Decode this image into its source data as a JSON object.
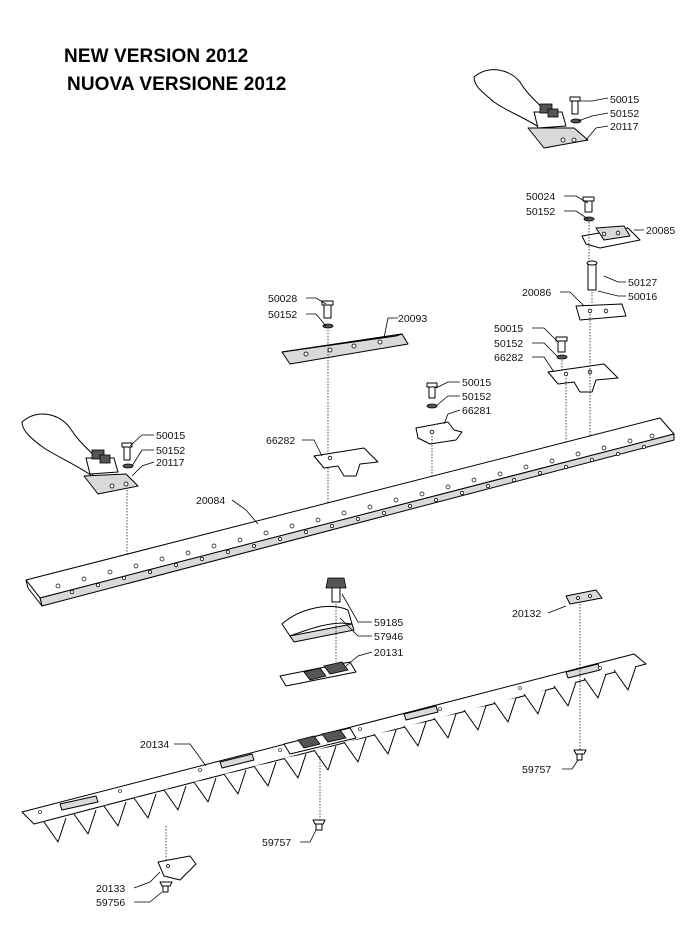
{
  "headings": {
    "line1": "NEW VERSION 2012",
    "line2": "NUOVA VERSIONE 2012"
  },
  "callouts": [
    "50015",
    "50152",
    "20117",
    "50024",
    "50152",
    "20085",
    "50127",
    "50016",
    "20086",
    "50015",
    "50152",
    "66282",
    "50028",
    "50152",
    "20093",
    "50015",
    "50152",
    "66281",
    "66282",
    "50015",
    "50152",
    "20117",
    "20084",
    "59185",
    "57946",
    "20131",
    "20132",
    "20134",
    "59757",
    "59757",
    "20133",
    "59756"
  ]
}
